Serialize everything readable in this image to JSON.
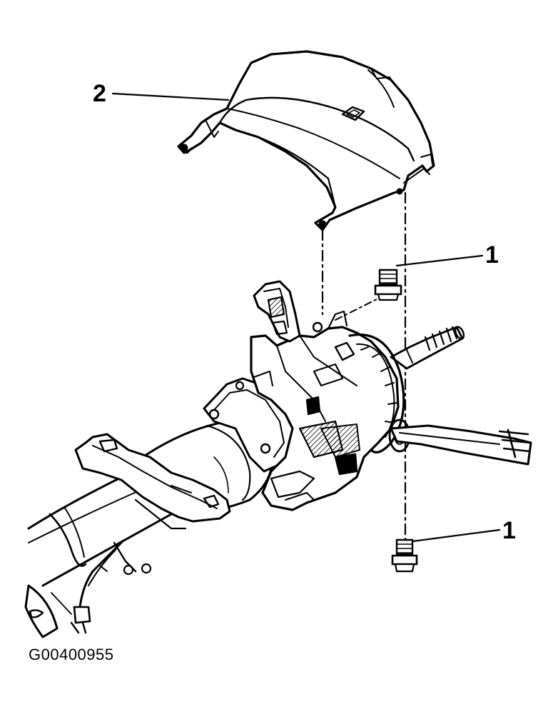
{
  "diagram": {
    "callouts": [
      {
        "id": "upper-cover",
        "label": "2"
      },
      {
        "id": "upper-screw",
        "label": "1"
      },
      {
        "id": "lower-screw",
        "label": "1"
      }
    ],
    "figure_code": "G00400955"
  },
  "colors": {
    "ink": "#000000",
    "paper": "#ffffff"
  }
}
